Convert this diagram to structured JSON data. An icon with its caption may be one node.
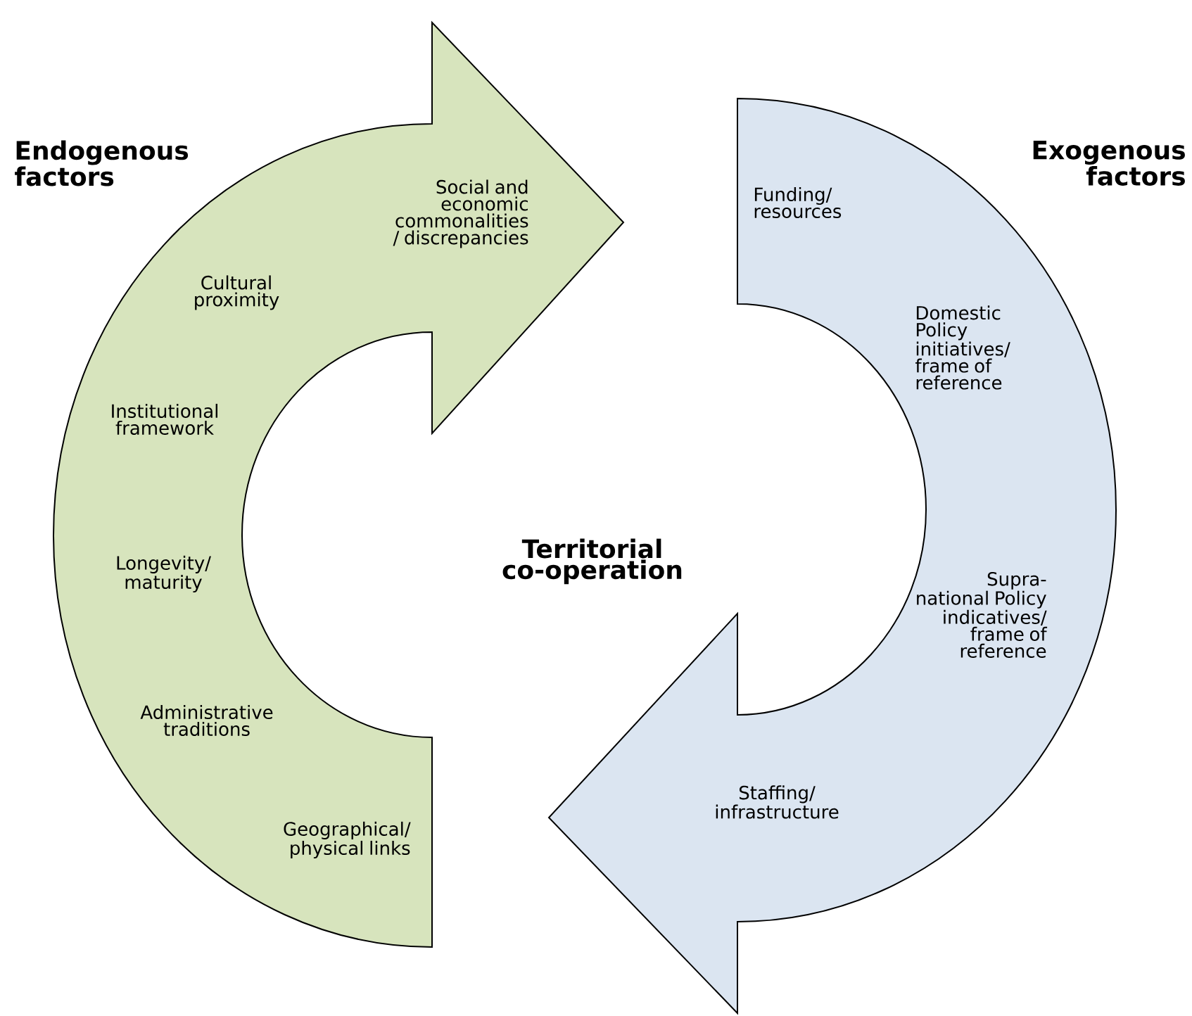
{
  "diagram": {
    "nodes": [
      {
        "text": [
          "Endogenous factors",
          "Social and economic commonalities / discrepancies",
          "Cultural proximity",
          "Institutional framework",
          "Longevity/ maturity",
          "Administrative traditions",
          "Geographical/ physical links"
        ]
      },
      {
        "text": [
          "Exogenous factors",
          "Funding/ resources",
          "Domestic Policy initiatives/ frame of reference",
          "Supra- national Policy indicatives/ frame of reference",
          "Staffing/ infrastructure"
        ]
      }
    ],
    "labels": [
      "Territorial co-operation"
    ]
  }
}
